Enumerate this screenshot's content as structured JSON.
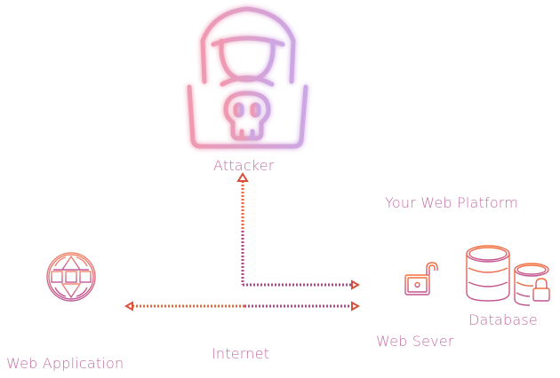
{
  "labels": {
    "attacker": "Attacker",
    "platform": "Your Web Platform",
    "web_server": "Web Sever",
    "database": "Database",
    "internet": "Internet",
    "web_application": "Web Application"
  },
  "colors": {
    "pink": "#ee8aa6",
    "purple": "#c99ae0",
    "orange": "#f26a3a",
    "magenta": "#b04a86",
    "label": "#c46fa5"
  }
}
